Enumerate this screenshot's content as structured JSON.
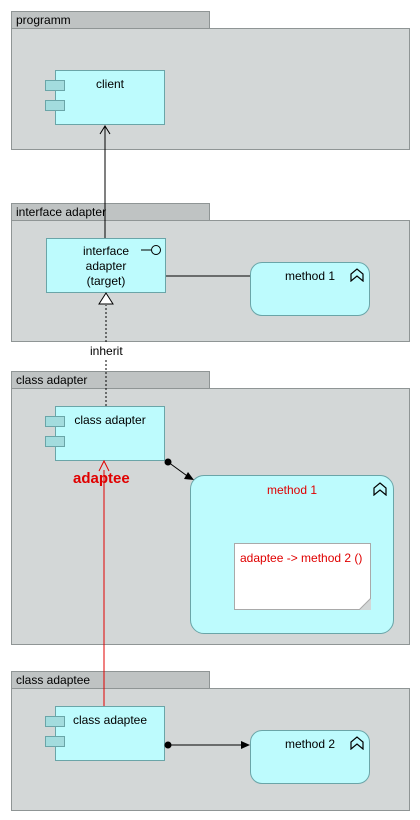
{
  "groups": {
    "programm": "programm",
    "interface_adapter": "interface adapter",
    "class_adapter": "class adapter",
    "class_adaptee": "class adaptee"
  },
  "elements": {
    "client": "client",
    "interface_adapter_line1": "interface",
    "interface_adapter_line2": "adapter",
    "interface_adapter_line3": "(target)",
    "method1_top": "method 1",
    "class_adapter": "class adapter",
    "method1_big": "method 1",
    "note_text": "adaptee -> method 2 ()",
    "class_adaptee": "class adaptee",
    "method2": "method 2"
  },
  "labels": {
    "inherit": "inherit",
    "adaptee": "adaptee"
  },
  "colors": {
    "accent_red": "#e00000"
  }
}
